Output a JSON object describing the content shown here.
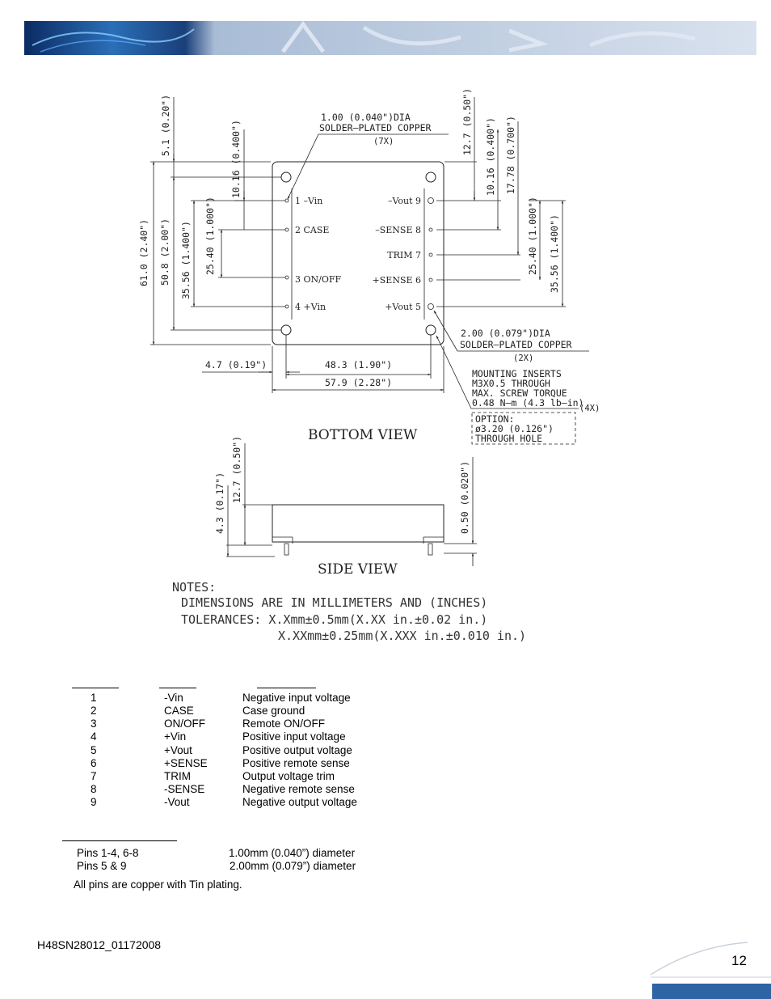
{
  "drawing": {
    "callouts": {
      "pin_small": "1.00  (0.040\")DIA",
      "pin_small_finish": "SOLDER–PLATED  COPPER",
      "pin_small_qty": "(7X)",
      "pin_large": "2.00  (0.079\")DIA",
      "pin_large_finish": "SOLDER–PLATED  COPPER",
      "pin_large_qty": "(2X)",
      "mount_line1": "MOUNTING  INSERTS",
      "mount_line2": "M3X0.5  THROUGH",
      "mount_line3": "MAX. SCREW  TORQUE",
      "mount_line4": "0.48  N–m  (4.3  lb–in)",
      "mount_qty": "(4X)",
      "option_line1": "OPTION:",
      "option_line2": "ø3.20  (0.126\")",
      "option_line3": "THROUGH  HOLE"
    },
    "pins_left": [
      "1  –Vin",
      "2  CASE",
      "3  ON/OFF",
      "4  +Vin"
    ],
    "pins_right": [
      "–Vout  9",
      "–SENSE  8",
      "TRIM  7",
      "+SENSE  6",
      "+Vout  5"
    ],
    "dims": {
      "d_5_1": "5.1  (0.20\")",
      "d_10_16_left": "10.16  (0.400\")",
      "d_61_0": "61.0  (2.40\")",
      "d_50_8": "50.8  (2.00\")",
      "d_35_56_left": "35.56  (1.400\")",
      "d_25_40_left": "25.40  (1.000\")",
      "d_12_7_right": "12.7  (0.50\")",
      "d_10_16_right": "10.16  (0.400\")",
      "d_17_78": "17.78  (0.700\")",
      "d_25_40_right": "25.40  (1.000\")",
      "d_35_56_right": "35.56  (1.400\")",
      "d_4_7": "4.7  (0.19\")",
      "d_48_3": "48.3  (1.90\")",
      "d_57_9": "57.9  (2.28\")",
      "d_4_3": "4.3  (0.17\")",
      "d_12_7_side": "12.7  (0.50\")",
      "d_0_50": "0.50  (0.020\")"
    },
    "bottom_view_label": "BOTTOM  VIEW",
    "side_view_label": "SIDE  VIEW",
    "notes": {
      "heading": "NOTES:",
      "line1": "DIMENSIONS  ARE  IN  MILLIMETERS  AND  (INCHES)",
      "line2": "TOLERANCES:  X.Xmm±0.5mm(X.XX  in.±0.02  in.)",
      "line3": "X.XXmm±0.25mm(X.XXX  in.±0.010  in.)"
    }
  },
  "pin_table": {
    "rows": [
      {
        "pin": "1",
        "name": "-Vin",
        "function": "Negative input voltage"
      },
      {
        "pin": "2",
        "name": "CASE",
        "function": "Case ground"
      },
      {
        "pin": "3",
        "name": "ON/OFF",
        "function": "Remote ON/OFF"
      },
      {
        "pin": "4",
        "name": "+Vin",
        "function": "Positive input voltage"
      },
      {
        "pin": "5",
        "name": "+Vout",
        "function": "Positive output voltage"
      },
      {
        "pin": "6",
        "name": "+SENSE",
        "function": "Positive remote sense"
      },
      {
        "pin": "7",
        "name": "TRIM",
        "function": "Output voltage trim"
      },
      {
        "pin": "8",
        "name": "-SENSE",
        "function": "Negative remote sense"
      },
      {
        "pin": "9",
        "name": "-Vout",
        "function": "Negative output voltage"
      }
    ]
  },
  "pin_specs": {
    "rows": [
      {
        "pins": "Pins 1-4, 6-8",
        "diameter": "1.00mm (0.040”) diameter"
      },
      {
        "pins": "Pins 5 & 9",
        "diameter": "2.00mm (0.079”) diameter"
      }
    ],
    "note": "All pins are copper with Tin plating."
  },
  "footer": {
    "doc_id": "H48SN28012_01172008",
    "page_number": "12"
  },
  "colors": {
    "banner_dark": "#0d2a6b",
    "banner_light": "#c7d4e6",
    "footer_accent": "#2c64a4"
  }
}
